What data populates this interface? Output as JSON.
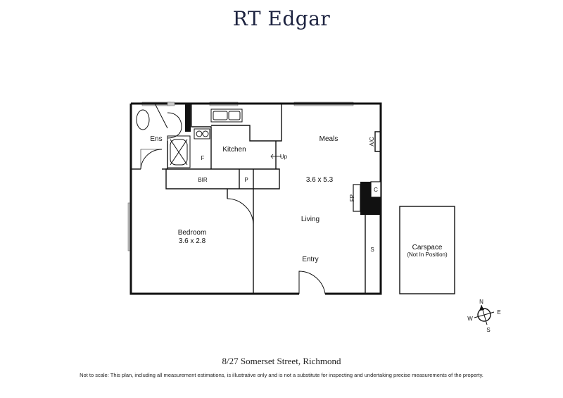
{
  "brand": "RT Edgar",
  "rooms": {
    "ensuite": "Ens",
    "kitchen": "Kitchen",
    "fridge": "F",
    "up": "Up",
    "meals": "Meals",
    "ac": "A/C",
    "bir": "BIR",
    "pantry": "P",
    "living_dims": "3.6 x 5.3",
    "cupboard": "C",
    "fireplace": "FP",
    "living": "Living",
    "bedroom": "Bedroom",
    "bedroom_dims": "3.6 x 2.8",
    "storage": "S",
    "entry": "Entry",
    "carspace": "Carspace",
    "carspace_note": "(Not In Position)"
  },
  "compass": {
    "north": "N",
    "east": "E",
    "south": "S",
    "west": "W"
  },
  "address": "8/27 Somerset Street, Richmond",
  "disclaimer": "Not to scale: This plan, including all measurement estimations, is illustrative only and is not a substitute for inspecting and undertaking precise measurements of the property."
}
